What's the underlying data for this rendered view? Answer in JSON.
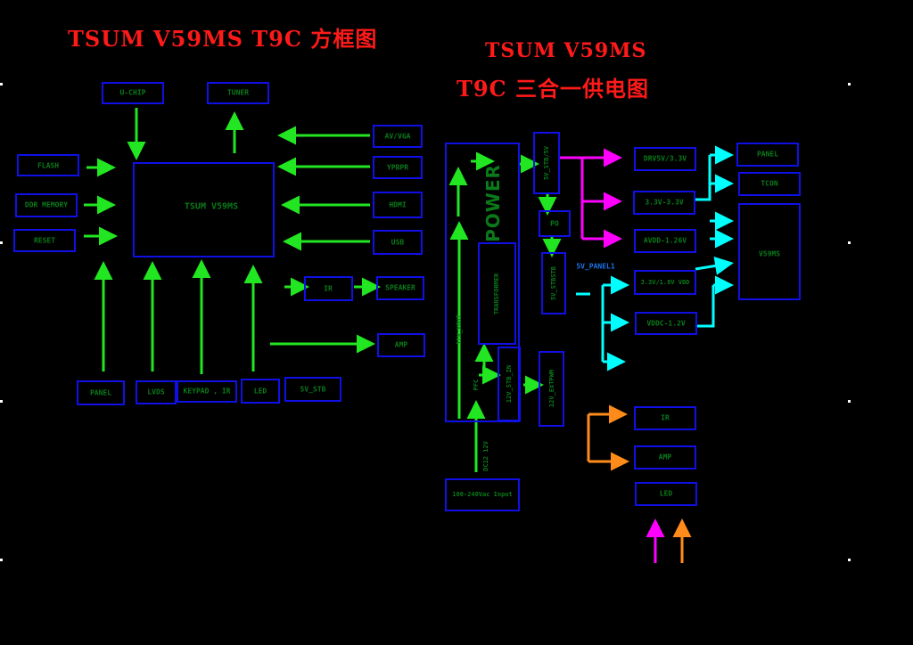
{
  "titles": {
    "left": "TSUM V59MS T9C 方框图",
    "right_line1": "TSUM V59MS",
    "right_line2": "T9C 三合一供电图"
  },
  "left": {
    "top1": "U-CHIP",
    "top2": "TUNER",
    "main": "TSUM V59MS",
    "in1": "FLASH",
    "in2": "DDR MEMORY",
    "in3": "RESET",
    "r1": "AV/VGA",
    "r2": "YPBPR",
    "r3": "HDMI",
    "r4": "USB",
    "r5": "IR",
    "r6": "SPEAKER",
    "r7": "AMP",
    "b1": "PANEL",
    "b2": "LVDS",
    "b3": "KEYPAD , IR",
    "b4": "LED",
    "b5": "5V_STB"
  },
  "right": {
    "power": "POWER",
    "transformer": "TRANSFORMER",
    "vout": "12V_VOUT",
    "pfc": "PFC",
    "v_5v": "5V_STB/5V",
    "power_on": "PO",
    "stb": "5V_STBSTB",
    "stb12": "12V_STB_IN",
    "pwm": "12V_EXTPWM",
    "pwr_label": "5V_PANEL1",
    "ac_input": "100-240Vac Input",
    "dc12": "DC12 12V",
    "r_a": "DRV5V/3.3V",
    "r_b": "3.3V-3.3V",
    "r_c": "AVDD-1.26V",
    "r_d": "3.3V/1.8V VDD",
    "r_e": "VDDC-1.2V",
    "out1": "PANEL",
    "out2": "TCON",
    "out3": "V59MS",
    "low1": "IR",
    "low2": "AMP",
    "low3": "LED"
  },
  "colors": {
    "box": "#1010e6",
    "arrow": "#22e622",
    "magenta": "#ff00ff",
    "cyan": "#00ffff",
    "orange": "#ff8c1a",
    "title": "#ff1a1a",
    "label": "#0a7a1a"
  }
}
